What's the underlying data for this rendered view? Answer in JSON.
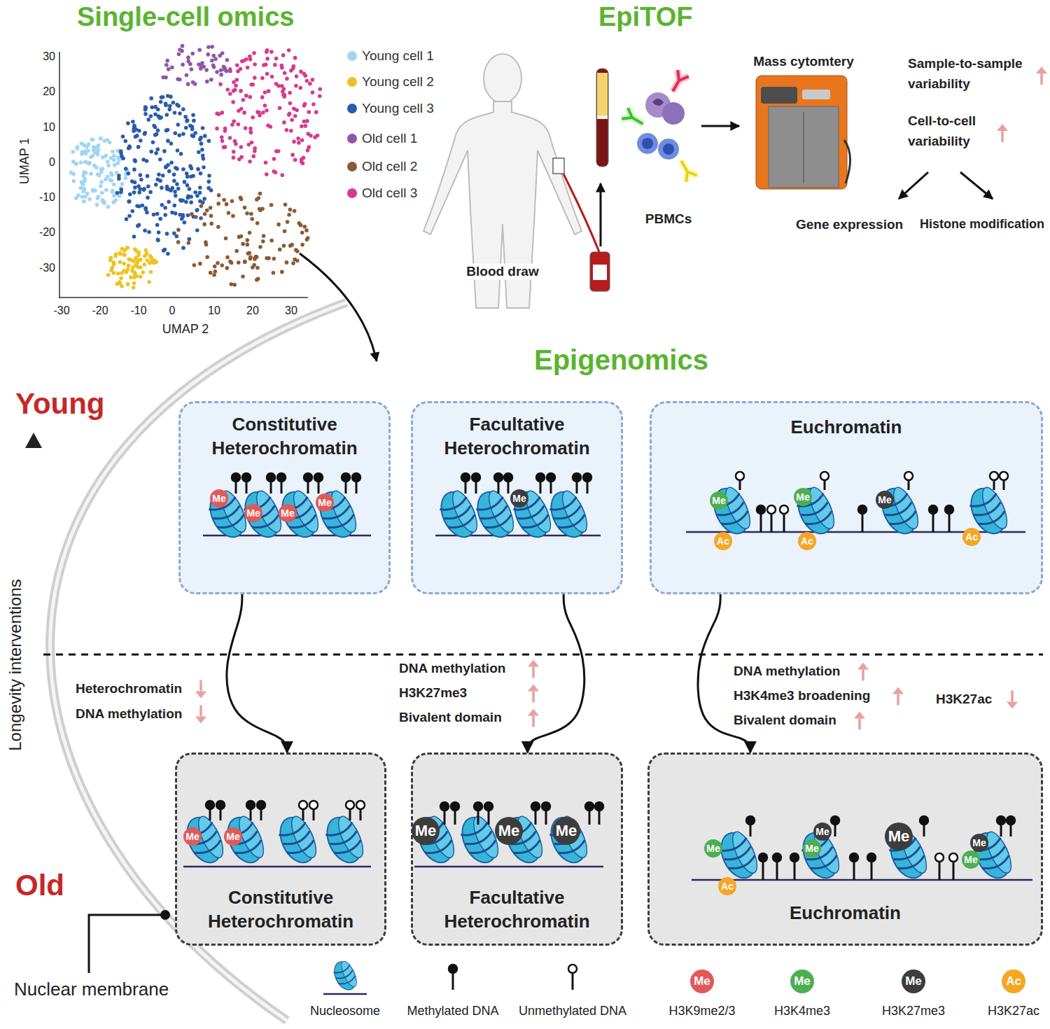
{
  "diagram": {
    "nodes": [
      {
        "text": [
          "Constitutive Heterochromatin"
        ]
      },
      {
        "text": [
          "Facultative Heterochromatin"
        ]
      },
      {
        "text": [
          "Euchromatin"
        ]
      },
      {
        "text": [
          "Constitutive Heterochromatin"
        ]
      },
      {
        "text": [
          "Facultative Heterochromatin"
        ]
      },
      {
        "text": [
          "Euchromatin"
        ]
      }
    ],
    "edges": [
      {
        "from": 0,
        "to": 3,
        "arrow": "to"
      },
      {
        "from": 1,
        "to": 4,
        "arrow": "to"
      },
      {
        "from": 2,
        "to": 5,
        "arrow": "to"
      }
    ],
    "labels": [
      "Single-cell omics",
      "EpiTOF",
      "30",
      "20",
      "10",
      "0",
      "-10",
      "-20",
      "-30",
      "-30",
      "-20",
      "-10",
      "0",
      "10",
      "20",
      "30",
      "UMAP 1",
      "UMAP 2",
      "Blood draw",
      "PBMCs",
      "Mass cytomtery",
      "Sample-to-sample variability",
      "Cell-to-cell variability",
      "Gene expression",
      "Histone modification",
      "Epigenomics",
      "Young",
      "Longevity interventions",
      "Old",
      "Heterochromatin",
      "DNA methylation",
      "DNA methylation",
      "H3K27me3",
      "Bivalent domain",
      "DNA methylation",
      "H3K4me3 broadening",
      "Bivalent domain",
      "H3K27ac",
      "Nuclear membrane",
      "Me",
      "Me",
      "Me",
      "Me",
      "Me",
      "Me",
      "Ac",
      "Me",
      "Ac",
      "Me",
      "Ac",
      "Me",
      "Me",
      "Me",
      "Me",
      "Me",
      "Me",
      "Ac",
      "Me",
      "Me",
      "Me",
      "Me",
      "Me",
      "Me",
      "Me",
      "Me",
      "Ac"
    ],
    "legend": [
      {
        "text": "Young cell 1",
        "color": "#9fd6f2"
      },
      {
        "text": "Young cell 2",
        "color": "#eec321"
      },
      {
        "text": "Young cell 3",
        "color": "#2a5caa"
      },
      {
        "text": "Old cell 1",
        "color": "#8e56a8"
      },
      {
        "text": "Old cell 2",
        "color": "#8b5a34"
      },
      {
        "text": "Old cell 3",
        "color": "#d63a8f"
      },
      {
        "text": "Nucleosome"
      },
      {
        "text": "Methylated DNA"
      },
      {
        "text": "Unmethylated DNA"
      },
      {
        "text": "H3K9me2/3",
        "color": "#e05a5a"
      },
      {
        "text": "H3K4me3",
        "color": "#4caf50"
      },
      {
        "text": "H3K27me3",
        "color": "#3d3d3d"
      },
      {
        "text": "H3K27ac",
        "color": "#f5a623"
      }
    ]
  }
}
